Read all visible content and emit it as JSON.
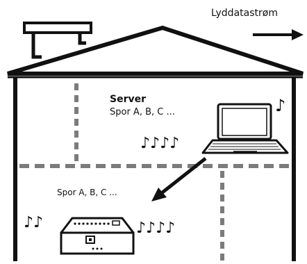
{
  "legend": {
    "stream_label": "Lyddatastrøm"
  },
  "server": {
    "title": "Server",
    "tracks": "Spor A, B, C ..."
  },
  "client": {
    "tracks": "Spor A, B, C ..."
  },
  "notes": {
    "server_right": "♪",
    "server_below": "♪♪♪♪",
    "client_left": "♪♪",
    "client_right": "♪♪♪♪"
  }
}
